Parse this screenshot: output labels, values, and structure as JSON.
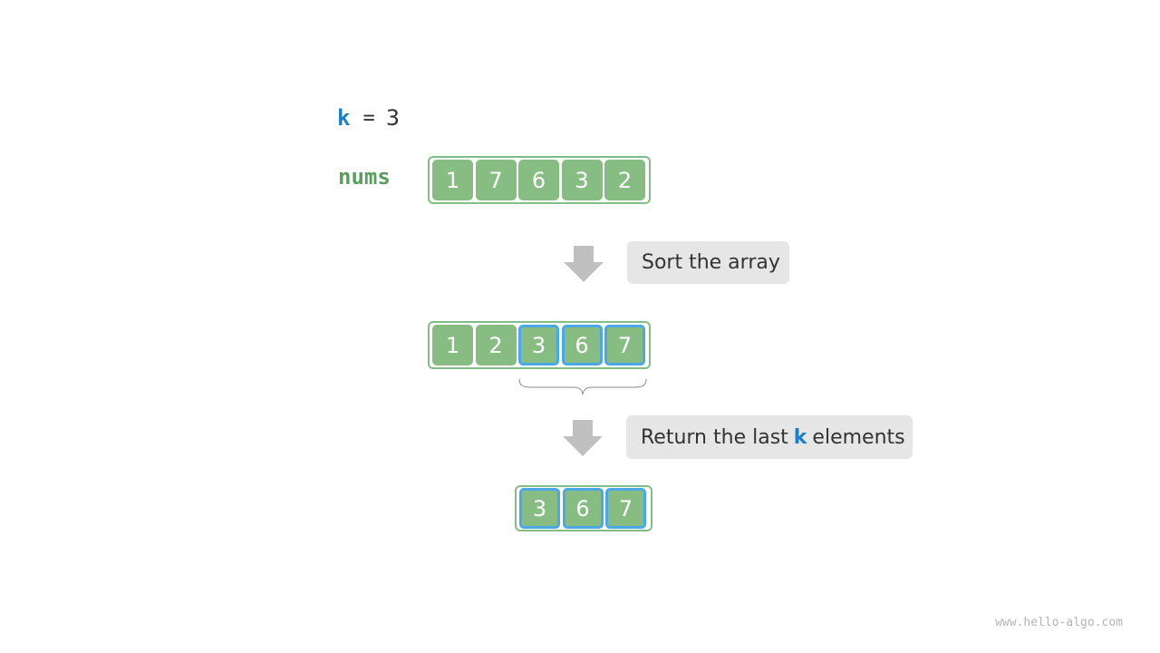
{
  "k_label": "k",
  "k_equals": "=",
  "k_value": "3",
  "nums_label": "nums",
  "original_array": [
    "1",
    "7",
    "6",
    "3",
    "2"
  ],
  "sorted_array": [
    "1",
    "2",
    "3",
    "6",
    "7"
  ],
  "sorted_highlight": [
    false,
    false,
    true,
    true,
    true
  ],
  "result_array": [
    "3",
    "6",
    "7"
  ],
  "step1": {
    "text": "Sort the array"
  },
  "step2": {
    "prefix": "Return the last",
    "k": "k",
    "suffix": "elements"
  },
  "watermark": "www.hello-algo.com",
  "colors": {
    "cell_fill": "#87bd83",
    "frame_border": "#82bd87",
    "highlight_border": "#4aa8e6",
    "k_blue": "#1a7fc8",
    "nums_green": "#5a9e5e",
    "arrow_gray": "#c0c0c0",
    "bubble_bg": "#e6e6e6"
  }
}
